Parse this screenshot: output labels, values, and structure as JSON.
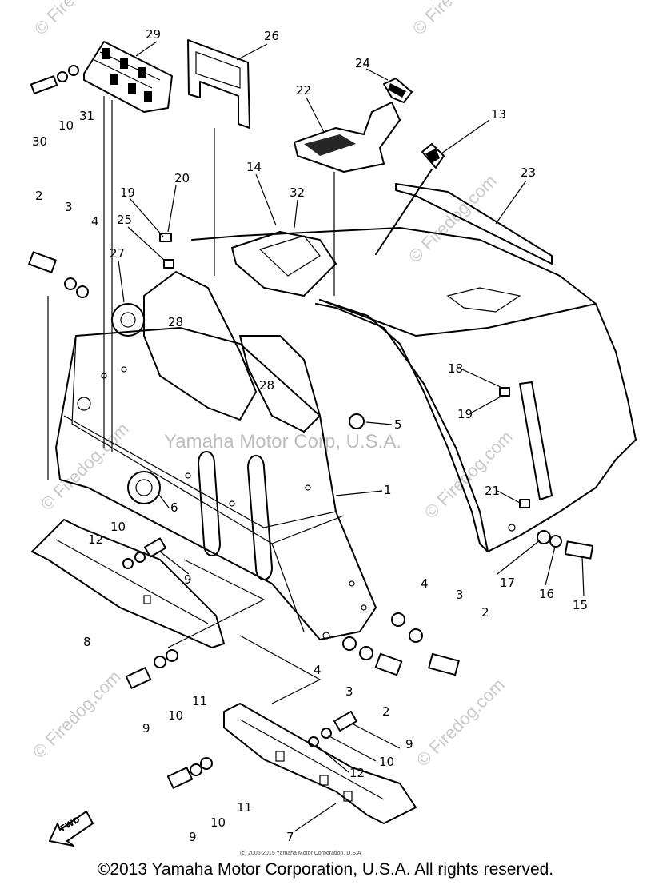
{
  "diagram": {
    "callouts": [
      "29",
      "26",
      "24",
      "22",
      "13",
      "14",
      "32",
      "23",
      "20",
      "19",
      "25",
      "27",
      "28",
      "28",
      "18",
      "19",
      "5",
      "1",
      "21",
      "30",
      "10",
      "31",
      "2",
      "3",
      "4",
      "6",
      "12",
      "10",
      "9",
      "8",
      "4",
      "3",
      "2",
      "17",
      "16",
      "15",
      "9",
      "10",
      "11",
      "4",
      "3",
      "2",
      "9",
      "10",
      "12",
      "7",
      "9",
      "10",
      "11"
    ],
    "watermarks": [
      "© Firedog.com",
      "Yamaha Motor Corp, U.S.A."
    ],
    "fwd_label": "FWD",
    "small_copyright": "(c) 2005-2015 Yamaha Motor Corporation, U.S.A",
    "footer": "©2013 Yamaha Motor Corporation, U.S.A. All rights reserved."
  }
}
